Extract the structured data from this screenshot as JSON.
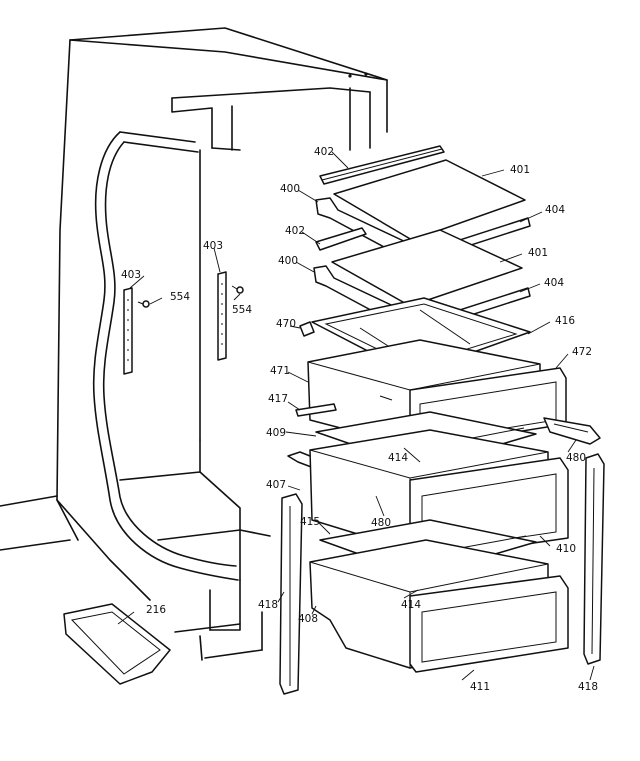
{
  "callouts": {
    "c402a": "402",
    "c401a": "401",
    "c400a": "400",
    "c404a": "404",
    "c402b": "402",
    "c401b": "401",
    "c400b": "400",
    "c404b": "404",
    "c403a": "403",
    "c403b": "403",
    "c554a": "554",
    "c554b": "554",
    "c470": "470",
    "c416": "416",
    "c472": "472",
    "c471": "471",
    "c417": "417",
    "c409": "409",
    "c414a": "414",
    "c480a": "480",
    "c407": "407",
    "c480b": "480",
    "c415": "415",
    "c410": "410",
    "c418a": "418",
    "c408": "408",
    "c414b": "414",
    "c216": "216",
    "c411": "411",
    "c418b": "418"
  }
}
